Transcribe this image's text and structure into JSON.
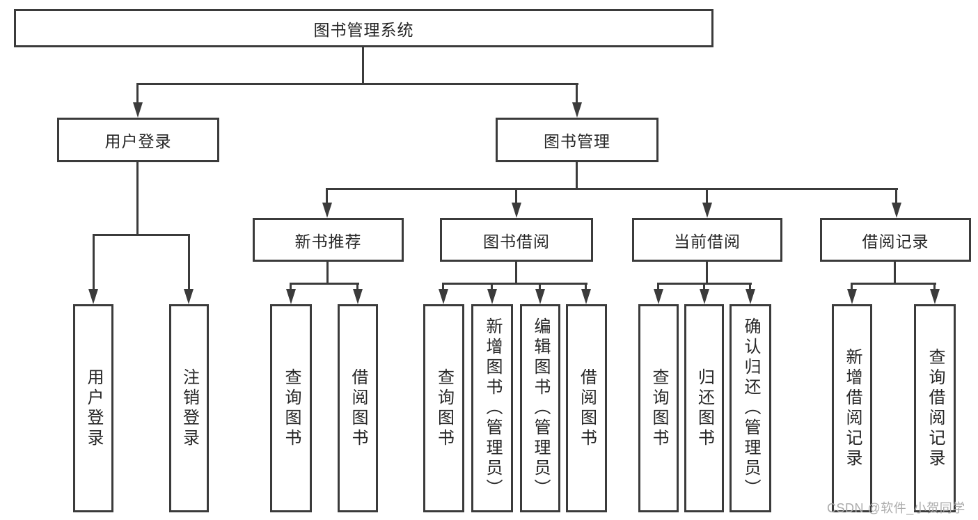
{
  "colors": {
    "line": "#3b3b3b",
    "text": "#262626",
    "watermark": "#ababab",
    "background": "#ffffff"
  },
  "watermark": "CSDN @软件_小贺同学",
  "tree": {
    "root": "图书管理系统",
    "branches": [
      {
        "label": "用户登录",
        "children": [
          "用户登录",
          "注销登录"
        ]
      },
      {
        "label": "图书管理",
        "children": [
          {
            "label": "新书推荐",
            "children": [
              "查询图书",
              "借阅图书"
            ]
          },
          {
            "label": "图书借阅",
            "children": [
              "查询图书",
              "新增图书（管理员）",
              "编辑图书（管理员）",
              "借阅图书"
            ]
          },
          {
            "label": "当前借阅",
            "children": [
              "查询图书",
              "归还图书",
              "确认归还（管理员）"
            ]
          },
          {
            "label": "借阅记录",
            "children": [
              "新增借阅记录",
              "查询借阅记录"
            ]
          }
        ]
      }
    ]
  }
}
